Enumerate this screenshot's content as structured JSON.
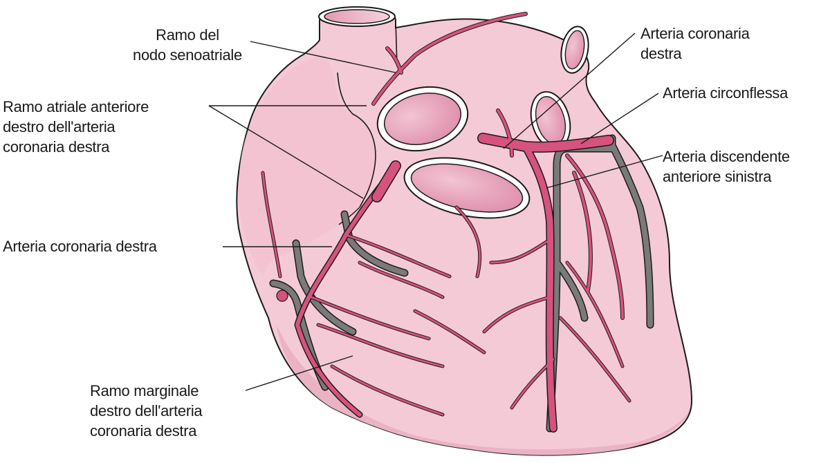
{
  "figure": {
    "colors": {
      "heart_fill": "#f4cad6",
      "heart_shade": "#eab3c4",
      "heart_highlight": "#f8dce4",
      "artery": "#d6527f",
      "vein": "#7a7a7a",
      "outline": "#1a1a1a",
      "vessel_lumen": "#e59ab4"
    }
  },
  "labels": {
    "sa_node_branch": {
      "line1": "Ramo del",
      "line2": "nodo senoatriale"
    },
    "anterior_atrial_branch": {
      "line1": "Ramo atriale anteriore",
      "line2": "destro dell'arteria",
      "line3": "coronaria destra"
    },
    "right_coronary_left": {
      "line1": "Arteria coronaria destra"
    },
    "right_marginal_branch": {
      "line1": "Ramo marginale",
      "line2": "destro dell'arteria",
      "line3": "coronaria destra"
    },
    "right_coronary_top": {
      "line1": "Arteria coronaria",
      "line2": "destra"
    },
    "circumflex": {
      "line1": "Arteria circonflessa"
    },
    "lad": {
      "line1": "Arteria discendente",
      "line2": "anteriore sinistra"
    }
  }
}
